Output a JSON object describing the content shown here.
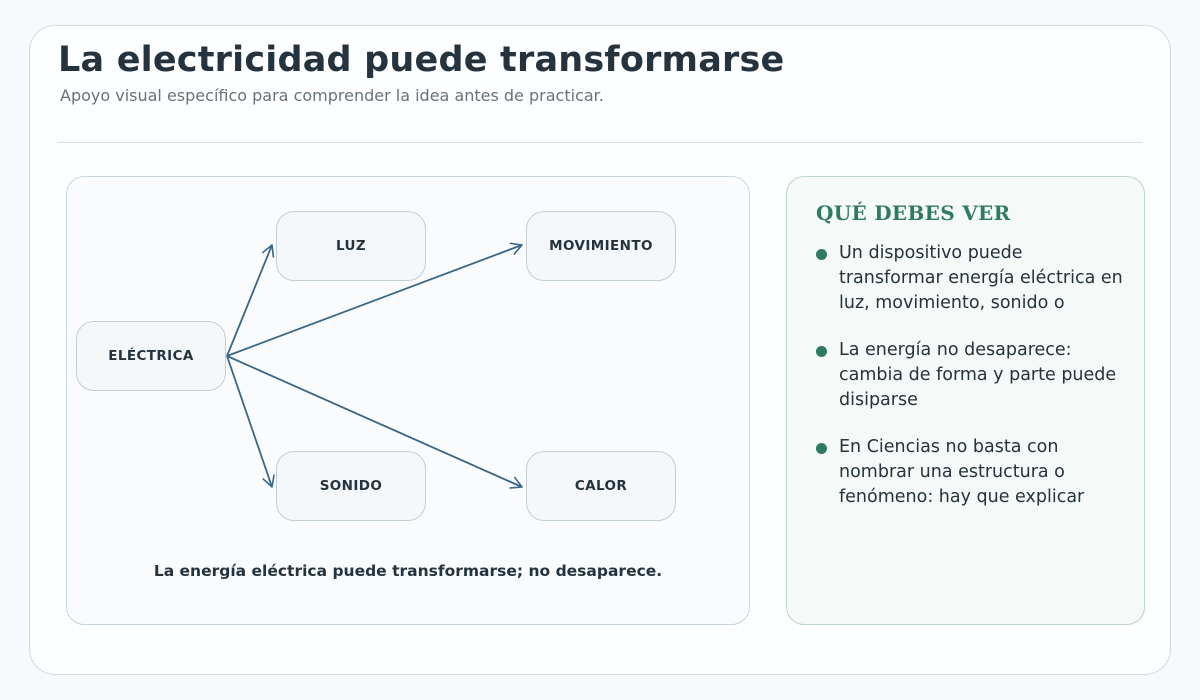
{
  "header": {
    "title": "La electricidad puede transformarse",
    "subtitle": "Apoyo visual específico para comprender la idea antes de practicar."
  },
  "diagram": {
    "source": "ELÉCTRICA",
    "targets": [
      "LUZ",
      "MOVIMIENTO",
      "SONIDO",
      "CALOR"
    ],
    "caption": "La energía eléctrica puede transformarse; no desaparece.",
    "arrow_color": "#3a6688"
  },
  "panel": {
    "title": "QUÉ DEBES VER",
    "accent_color": "#2f7a63",
    "bullets": [
      "Un dispositivo puede transformar energía eléctrica en luz, movimiento, sonido o",
      "La energía no desaparece: cambia de forma y parte puede disiparse",
      "En Ciencias no basta con nombrar una estructura o fenómeno: hay que explicar"
    ]
  }
}
